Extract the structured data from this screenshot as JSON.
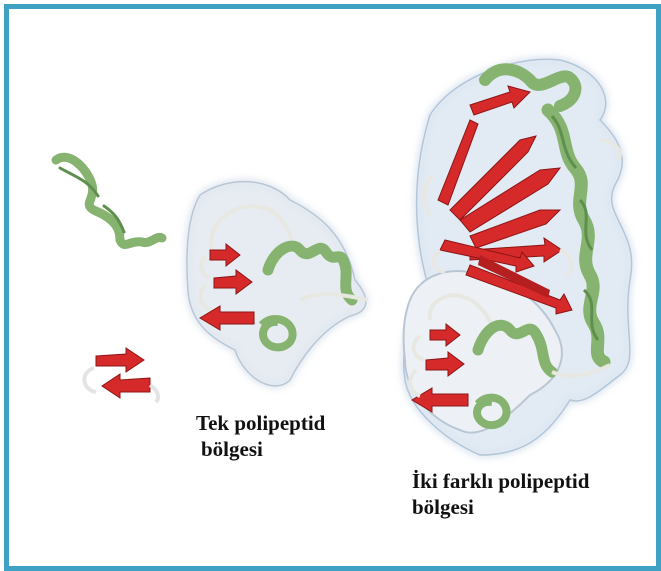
{
  "labels": {
    "single_domain": {
      "line1": "Tek polipeptid",
      "line2": "bölgesi"
    },
    "two_domains": {
      "line1": "İki farklı polipeptid",
      "line2": "bölgesi"
    }
  },
  "colors": {
    "border": "#3fa2c4",
    "helix": "#86b36f",
    "strand": "#d62a2a",
    "surface": "#dde7ef"
  }
}
